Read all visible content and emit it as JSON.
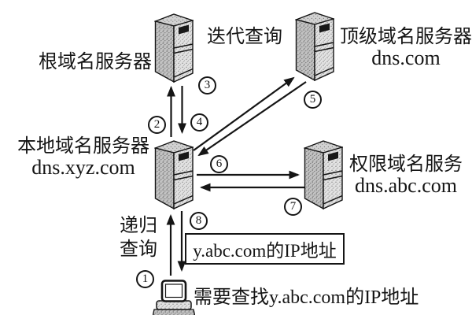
{
  "diagram": {
    "nodes": {
      "root_server": {
        "label": "根域名服务器"
      },
      "tld_server": {
        "label": "顶级域名服务器",
        "domain": "dns.com"
      },
      "local_server": {
        "label": "本地域名服务器",
        "domain": "dns.xyz.com"
      },
      "auth_server": {
        "label": "权限域名服务",
        "domain": "dns.abc.com"
      },
      "host": {
        "caption": "需要查找y.abc.com的IP地址"
      }
    },
    "annotations": {
      "iterative_query": "迭代查询",
      "recursive_query_line1": "递归",
      "recursive_query_line2": "查询",
      "result_box": "y.abc.com的IP地址"
    },
    "steps": {
      "s1": "1",
      "s2": "2",
      "s3": "3",
      "s4": "4",
      "s5": "5",
      "s6": "6",
      "s7": "7",
      "s8": "8"
    },
    "colors": {
      "ink": "#151515",
      "background": "#ffffff"
    }
  }
}
